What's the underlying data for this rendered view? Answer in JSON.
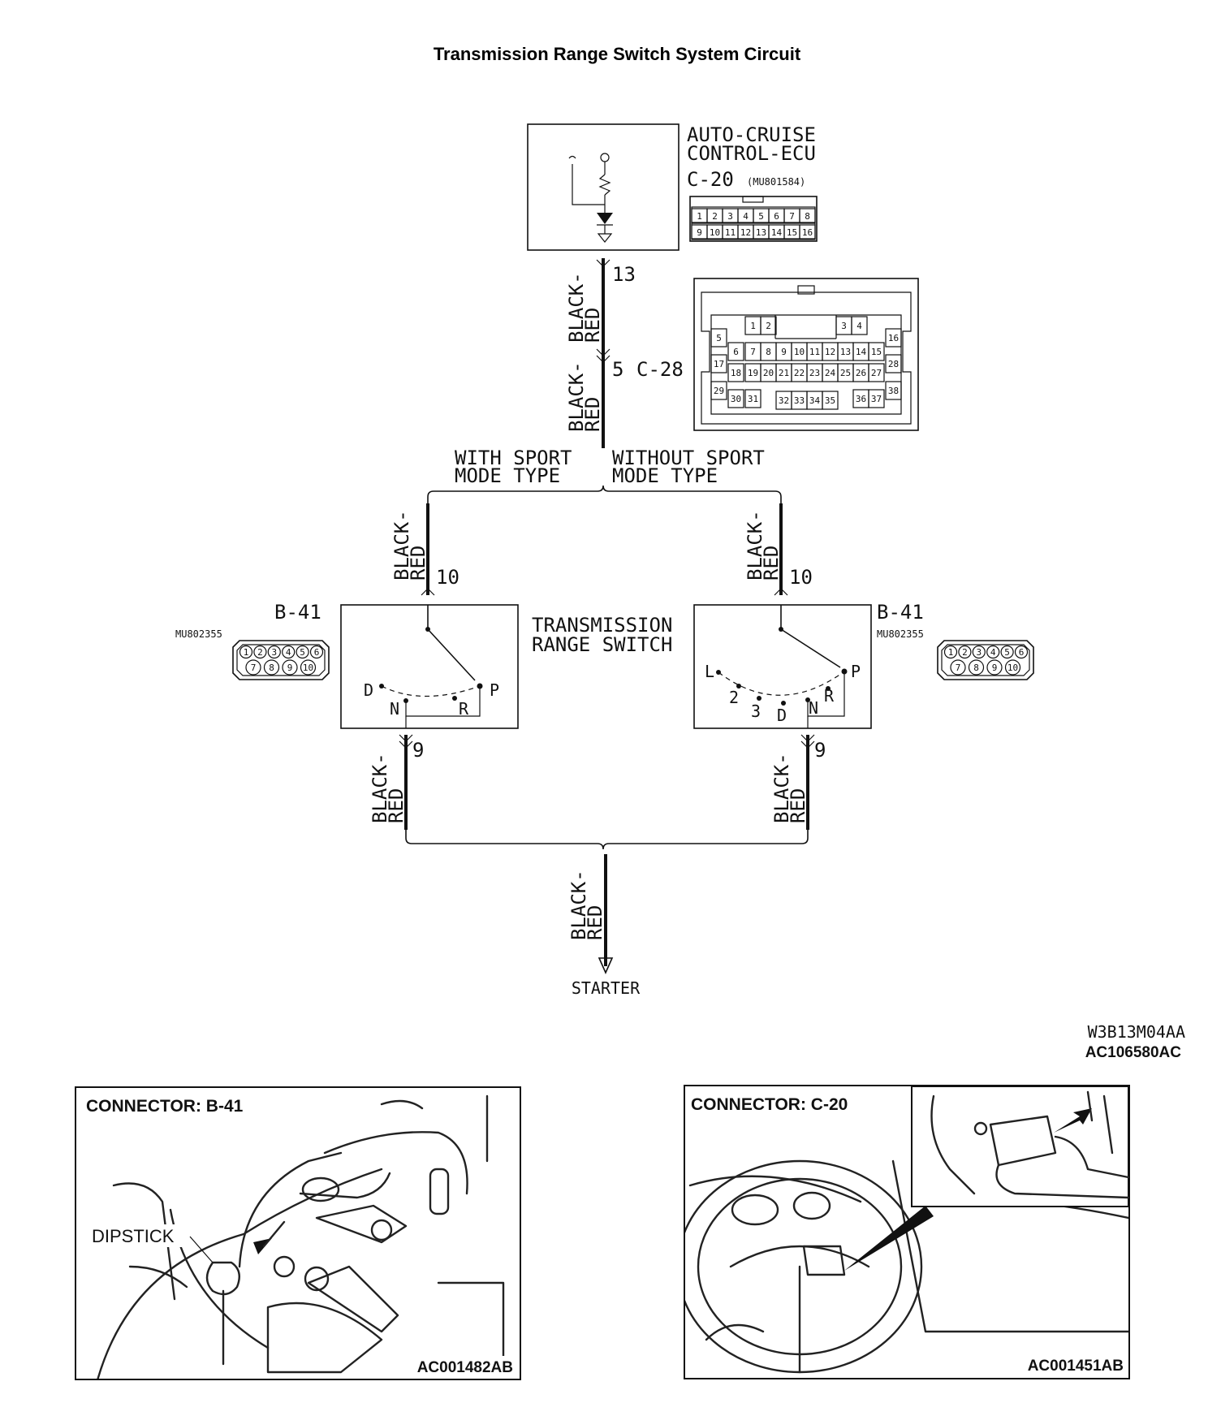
{
  "title": "Transmission Range Switch System Circuit",
  "ecu": {
    "name_line1": "AUTO-CRUISE",
    "name_line2": "CONTROL-ECU",
    "connector": "C-20",
    "part_no": "(MU801584)",
    "pins_top": [
      "1",
      "2",
      "3",
      "4",
      "5",
      "6",
      "7",
      "8"
    ],
    "pins_bottom": [
      "9",
      "10",
      "11",
      "12",
      "13",
      "14",
      "15",
      "16"
    ],
    "terminal": "13"
  },
  "wire_color_line1": "BLACK-",
  "wire_color_line2": "RED",
  "junction": {
    "pin": "5",
    "connector": "C-28",
    "pins": [
      "1",
      "2",
      "3",
      "4",
      "5",
      "6",
      "7",
      "8",
      "9",
      "10",
      "11",
      "12",
      "13",
      "14",
      "15",
      "16",
      "17",
      "18",
      "19",
      "20",
      "21",
      "22",
      "23",
      "24",
      "25",
      "26",
      "27",
      "28",
      "29",
      "30",
      "31",
      "32",
      "33",
      "34",
      "35",
      "36",
      "37",
      "38"
    ]
  },
  "branches": {
    "left_line1": "WITH SPORT",
    "left_line2": "MODE TYPE",
    "right_line1": "WITHOUT SPORT",
    "right_line2": "MODE TYPE"
  },
  "switch": {
    "name_line1": "TRANSMISSION",
    "name_line2": "RANGE SWITCH",
    "connector": "B-41",
    "part_no": "MU802355",
    "pins_top": [
      "1",
      "2",
      "3",
      "4",
      "5",
      "6"
    ],
    "pins_bottom": [
      "7",
      "8",
      "9",
      "10"
    ],
    "input_terminal": "10",
    "output_terminal": "9",
    "left_positions": [
      "D",
      "N",
      "R",
      "P"
    ],
    "right_positions": [
      "L",
      "2",
      "3",
      "D",
      "N",
      "R",
      "P"
    ]
  },
  "starter": "STARTER",
  "codes": {
    "diagram_code": "W3B13M04AA",
    "figure_code": "AC106580AC"
  },
  "photo_left": {
    "title": "CONNECTOR: B-41",
    "callout": "DIPSTICK",
    "code": "AC001482AB"
  },
  "photo_right": {
    "title": "CONNECTOR: C-20",
    "code": "AC001451AB"
  }
}
